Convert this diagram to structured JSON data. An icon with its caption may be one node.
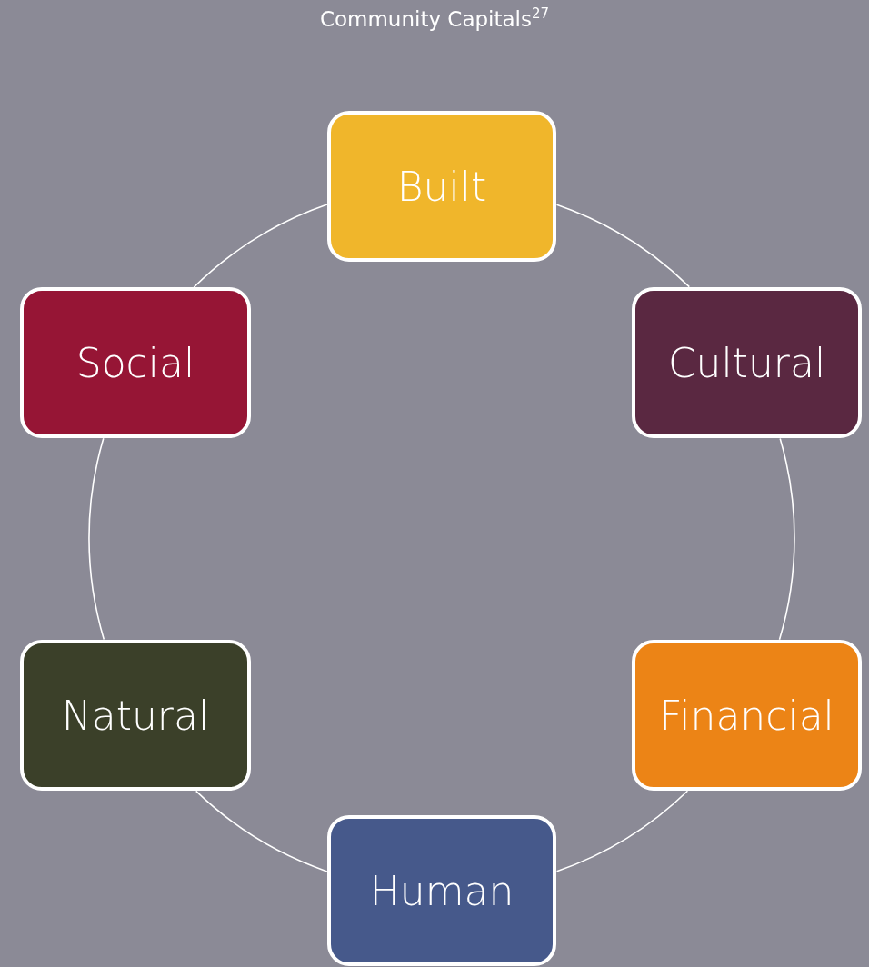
{
  "diagram": {
    "title": "Community Capitals$^{27}$",
    "nodes": [
      {
        "text": [
          "Built"
        ]
      },
      {
        "text": [
          "Cultural"
        ]
      },
      {
        "text": [
          "Financial"
        ]
      },
      {
        "text": [
          "Human"
        ]
      },
      {
        "text": [
          "Natural"
        ]
      },
      {
        "text": [
          "Social"
        ]
      }
    ],
    "edges": [
      {
        "from": 0,
        "to": 1,
        "arrow": "none"
      },
      {
        "from": 1,
        "to": 2,
        "arrow": "none"
      },
      {
        "from": 2,
        "to": 3,
        "arrow": "none"
      },
      {
        "from": 3,
        "to": 4,
        "arrow": "none"
      },
      {
        "from": 4,
        "to": 5,
        "arrow": "none"
      },
      {
        "from": 5,
        "to": 0,
        "arrow": "none"
      }
    ]
  }
}
